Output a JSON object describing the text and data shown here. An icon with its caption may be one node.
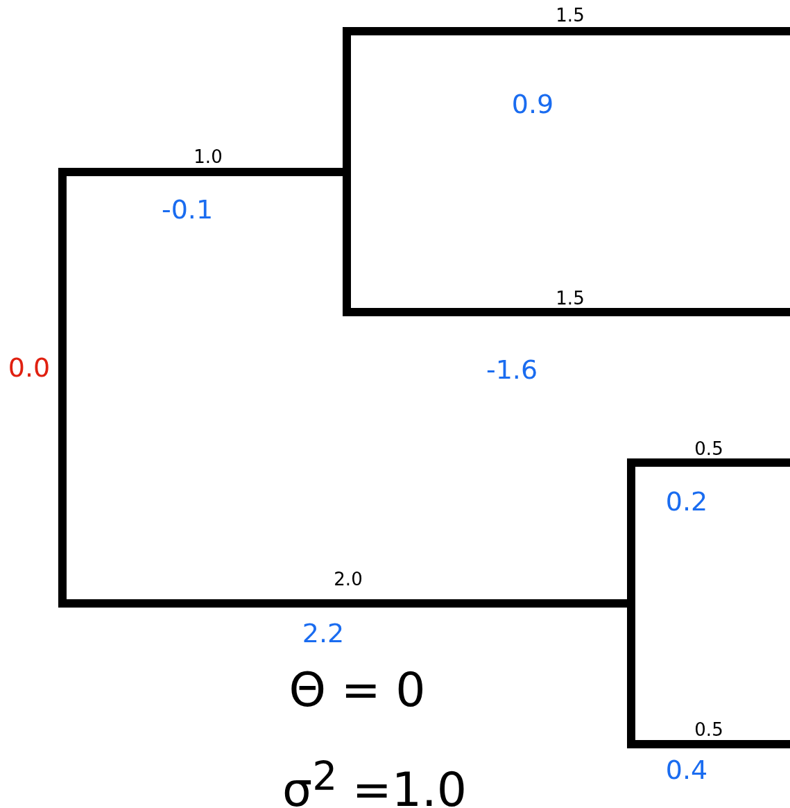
{
  "diagram": {
    "nodes": [
      {
        "text": [],
        "shape": "bar",
        "beside": [
          "0.0"
        ]
      },
      {
        "text": [],
        "shape": "bar"
      },
      {
        "text": [],
        "shape": "bar"
      }
    ],
    "edges": [
      {
        "from": 0,
        "to": 1,
        "arrow": "none",
        "label": "1.0"
      },
      {
        "from": 1,
        "to": null,
        "arrow": "none",
        "label": "1.5"
      },
      {
        "from": 1,
        "to": null,
        "arrow": "none",
        "label": "1.5"
      },
      {
        "from": 0,
        "to": 2,
        "arrow": "none",
        "label": "2.0"
      },
      {
        "from": 2,
        "to": null,
        "arrow": "none",
        "label": "0.5"
      },
      {
        "from": 2,
        "to": null,
        "arrow": "none",
        "label": "0.5"
      }
    ],
    "labels": [
      "0.9",
      "-0.1",
      "-1.6",
      "0.2",
      "2.2",
      "Θ = 0",
      "0.4",
      "σ$^{2}$ =1.0"
    ]
  }
}
